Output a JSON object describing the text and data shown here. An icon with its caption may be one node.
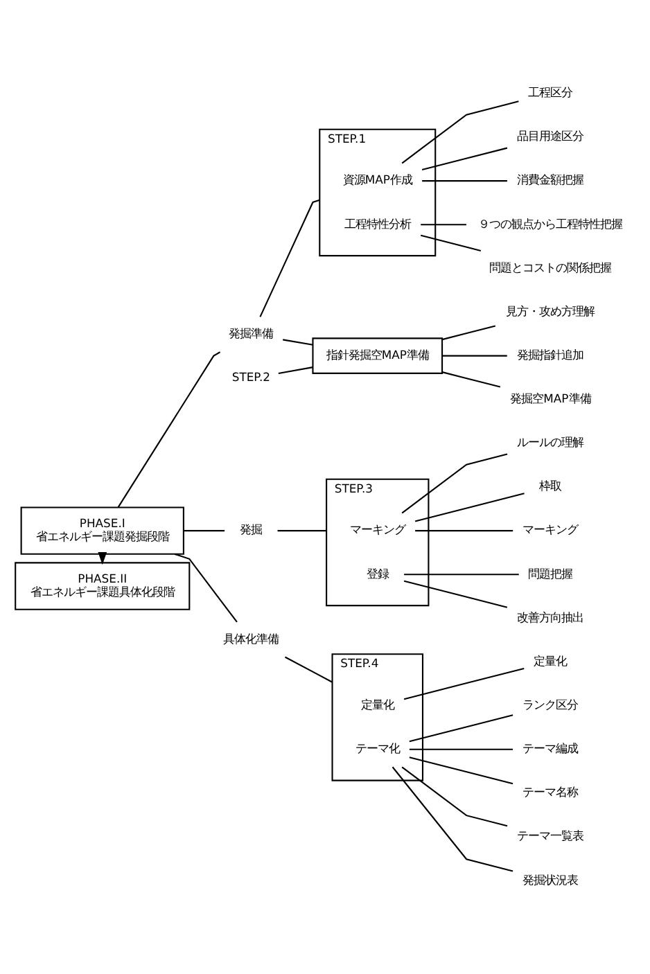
{
  "diagram": {
    "nodes": [
      {
        "text": [
          "PHASE.I",
          "省エネルギー課題発掘段階"
        ]
      },
      {
        "text": [
          "PHASE.II",
          "省エネルギー課題具体化段階"
        ]
      },
      {
        "text": [
          "発掘準備"
        ]
      },
      {
        "text": [
          "発掘"
        ]
      },
      {
        "text": [
          "具体化準備"
        ]
      },
      {
        "text": [],
        "shape": "box",
        "beside": [
          "STEP.1"
        ]
      },
      {
        "text": [
          "資源MAP作成"
        ],
        "in": 5
      },
      {
        "text": [
          "工程特性分析"
        ],
        "in": 5
      },
      {
        "text": [
          "工程区分"
        ]
      },
      {
        "text": [
          "品目用途区分"
        ]
      },
      {
        "text": [
          "消費金額把握"
        ]
      },
      {
        "text": [
          "９つの観点から工程特性把握"
        ]
      },
      {
        "text": [
          "問題とコストの関係把握"
        ]
      },
      {
        "text": [
          "指針発掘空MAP準備"
        ],
        "beside": [
          "STEP.2"
        ]
      },
      {
        "text": [
          "見方・攻め方理解"
        ]
      },
      {
        "text": [
          "発掘指針追加"
        ]
      },
      {
        "text": [
          "発掘空MAP準備"
        ]
      },
      {
        "text": [],
        "shape": "box",
        "beside": [
          "STEP.3"
        ]
      },
      {
        "text": [
          "マーキング"
        ],
        "in": 17
      },
      {
        "text": [
          "登録"
        ],
        "in": 17
      },
      {
        "text": [
          "ルールの理解"
        ]
      },
      {
        "text": [
          "枠取"
        ]
      },
      {
        "text": [
          "マーキング"
        ]
      },
      {
        "text": [
          "問題把握"
        ]
      },
      {
        "text": [
          "改善方向抽出"
        ]
      },
      {
        "text": [],
        "shape": "box",
        "beside": [
          "STEP.4"
        ]
      },
      {
        "text": [
          "定量化"
        ],
        "in": 25
      },
      {
        "text": [
          "テーマ化"
        ],
        "in": 25
      },
      {
        "text": [
          "定量化"
        ]
      },
      {
        "text": [
          "ランク区分"
        ]
      },
      {
        "text": [
          "テーマ編成"
        ]
      },
      {
        "text": [
          "テーマ名称"
        ]
      },
      {
        "text": [
          "テーマ一覧表"
        ]
      },
      {
        "text": [
          "発掘状況表"
        ]
      }
    ],
    "edges": [
      {
        "from": 0,
        "to": 1,
        "arrow": "to"
      },
      {
        "from": 0,
        "to": 2,
        "arrow": "none"
      },
      {
        "from": 0,
        "to": 3,
        "arrow": "none"
      },
      {
        "from": 0,
        "to": 4,
        "arrow": "none"
      },
      {
        "from": 2,
        "to": 5,
        "arrow": "none"
      },
      {
        "from": 2,
        "to": 13,
        "arrow": "none"
      },
      {
        "from": 6,
        "to": 8,
        "arrow": "none"
      },
      {
        "from": 6,
        "to": 9,
        "arrow": "none"
      },
      {
        "from": 6,
        "to": 10,
        "arrow": "none"
      },
      {
        "from": 7,
        "to": 11,
        "arrow": "none"
      },
      {
        "from": 7,
        "to": 12,
        "arrow": "none"
      },
      {
        "from": 13,
        "to": 14,
        "arrow": "none"
      },
      {
        "from": 13,
        "to": 15,
        "arrow": "none"
      },
      {
        "from": 13,
        "to": 16,
        "arrow": "none"
      },
      {
        "from": 3,
        "to": 17,
        "arrow": "none"
      },
      {
        "from": 18,
        "to": 20,
        "arrow": "none"
      },
      {
        "from": 18,
        "to": 21,
        "arrow": "none"
      },
      {
        "from": 18,
        "to": 22,
        "arrow": "none"
      },
      {
        "from": 19,
        "to": 23,
        "arrow": "none"
      },
      {
        "from": 19,
        "to": 24,
        "arrow": "none"
      },
      {
        "from": 4,
        "to": 25,
        "arrow": "none"
      },
      {
        "from": 26,
        "to": 28,
        "arrow": "none"
      },
      {
        "from": 27,
        "to": 29,
        "arrow": "none"
      },
      {
        "from": 27,
        "to": 30,
        "arrow": "none"
      },
      {
        "from": 27,
        "to": 31,
        "arrow": "none"
      },
      {
        "from": 27,
        "to": 32,
        "arrow": "none"
      },
      {
        "from": 27,
        "to": 33,
        "arrow": "none"
      }
    ]
  }
}
